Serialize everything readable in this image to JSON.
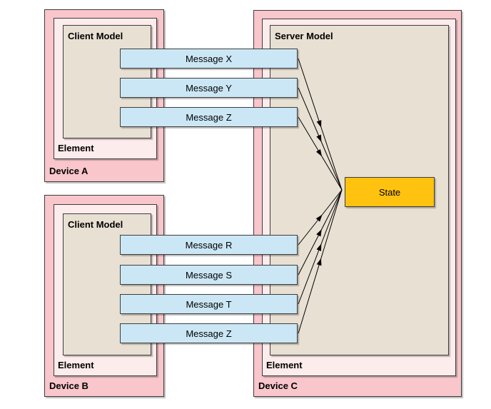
{
  "devices": {
    "device_a": {
      "label": "Device A",
      "element_label": "Element",
      "model_label": "Client Model"
    },
    "device_b": {
      "label": "Device B",
      "element_label": "Element",
      "model_label": "Client Model"
    },
    "device_c": {
      "label": "Device C",
      "element_label": "Element",
      "model_label": "Server Model",
      "state_label": "State"
    }
  },
  "messages": {
    "from_device_a": [
      {
        "label": "Message X"
      },
      {
        "label": "Message Y"
      },
      {
        "label": "Message Z"
      }
    ],
    "from_device_b": [
      {
        "label": "Message R"
      },
      {
        "label": "Message S"
      },
      {
        "label": "Message T"
      },
      {
        "label": "Message Z"
      }
    ]
  },
  "colors": {
    "device_fill": "#f8c6cb",
    "element_fill": "#fdecec",
    "model_fill": "#e8e0d3",
    "message_fill": "#cbe7f5",
    "state_fill": "#ffc20e",
    "border": "#3d3d3d",
    "arrow": "#000000",
    "background": "#ffffff"
  }
}
